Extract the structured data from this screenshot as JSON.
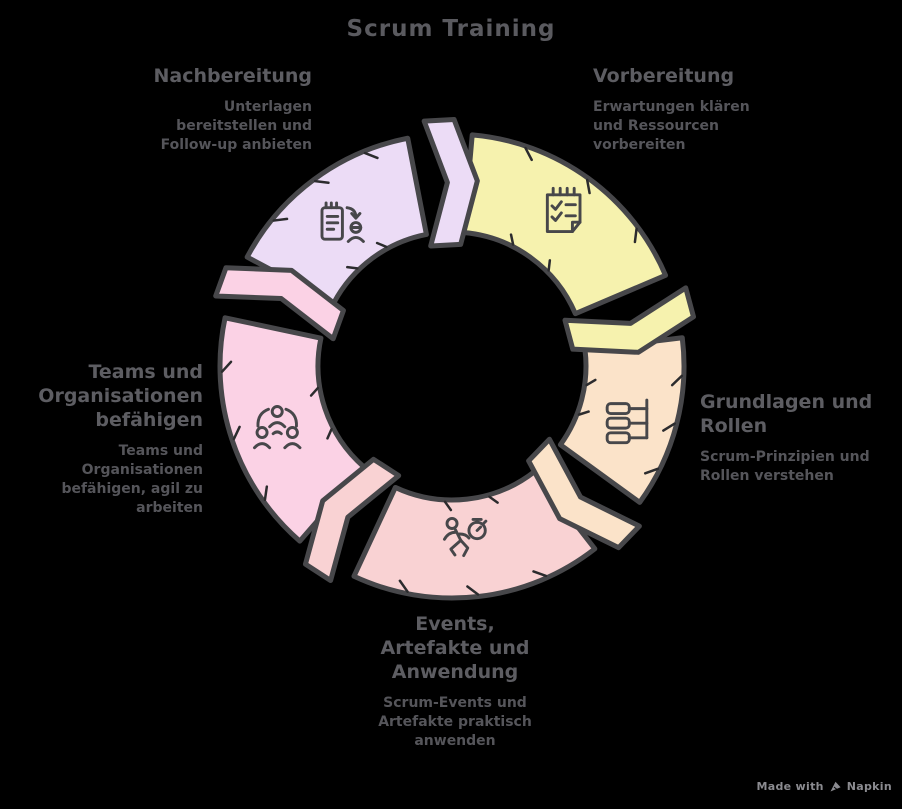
{
  "title": "Scrum Training",
  "colors": {
    "background": "#000000",
    "outline": "#47474a",
    "sketch_tick": "#2c2c2e",
    "title_text": "#5a5a5f",
    "heading_text": "#5d5d62",
    "body_text": "#55555a",
    "footer_text": "#8b8b90"
  },
  "diagram": {
    "type": "cycle",
    "direction": "clockwise",
    "segments": [
      {
        "id": "vorbereitung",
        "label": "Vorbereitung",
        "description": "Erwartungen klären\nund Ressourcen\nvorbereiten",
        "color": "#f6f2ae",
        "icon": "checklist-note-icon",
        "start": 5,
        "end": 67,
        "icon_angle": 36,
        "icon_r": 190
      },
      {
        "id": "grundlagen",
        "label": "Grundlagen und\nRollen",
        "description": "Scrum-Prinzipien und\nRollen verstehen",
        "color": "#fbe3c9",
        "icon": "hierarchy-icon",
        "start": 83,
        "end": 126,
        "icon_angle": 108,
        "icon_r": 184
      },
      {
        "id": "events",
        "label": "Events,\nArtefakte und\nAnwendung",
        "description": "Scrum-Events und\nArtefakte praktisch\nanwenden",
        "color": "#f9d2d3",
        "icon": "sprint-runner-icon",
        "start": 142,
        "end": 205,
        "icon_angle": 176,
        "icon_r": 176
      },
      {
        "id": "teams",
        "label": "Teams und\nOrganisationen\nbefähigen",
        "description": "Teams und\nOrganisationen\nbefähigen, agil zu\narbeiten",
        "color": "#fbd2e5",
        "icon": "team-icon",
        "start": 221,
        "end": 282,
        "icon_angle": 250,
        "icon_r": 186
      },
      {
        "id": "nachbereitung",
        "label": "Nachbereitung",
        "description": "Unterlagen\nbereitstellen und\nFollow-up anbieten",
        "color": "#ecdcf6",
        "icon": "handover-icon",
        "start": 298,
        "end": 349,
        "icon_angle": 322,
        "icon_r": 178
      }
    ],
    "connectors": [
      {
        "from": "nachbereitung",
        "to": "vorbereitung",
        "angle": 357,
        "color": "#ecdcf6"
      },
      {
        "from": "vorbereitung",
        "to": "grundlagen",
        "angle": 75,
        "color": "#f6f2ae"
      },
      {
        "from": "grundlagen",
        "to": "events",
        "angle": 134,
        "color": "#fbe3c9"
      },
      {
        "from": "events",
        "to": "teams",
        "angle": 213,
        "color": "#f9d2d3"
      },
      {
        "from": "teams",
        "to": "nachbereitung",
        "angle": 290,
        "color": "#fbd2e5"
      }
    ]
  },
  "footer": {
    "made_with": "Made with",
    "brand": "Napkin"
  }
}
